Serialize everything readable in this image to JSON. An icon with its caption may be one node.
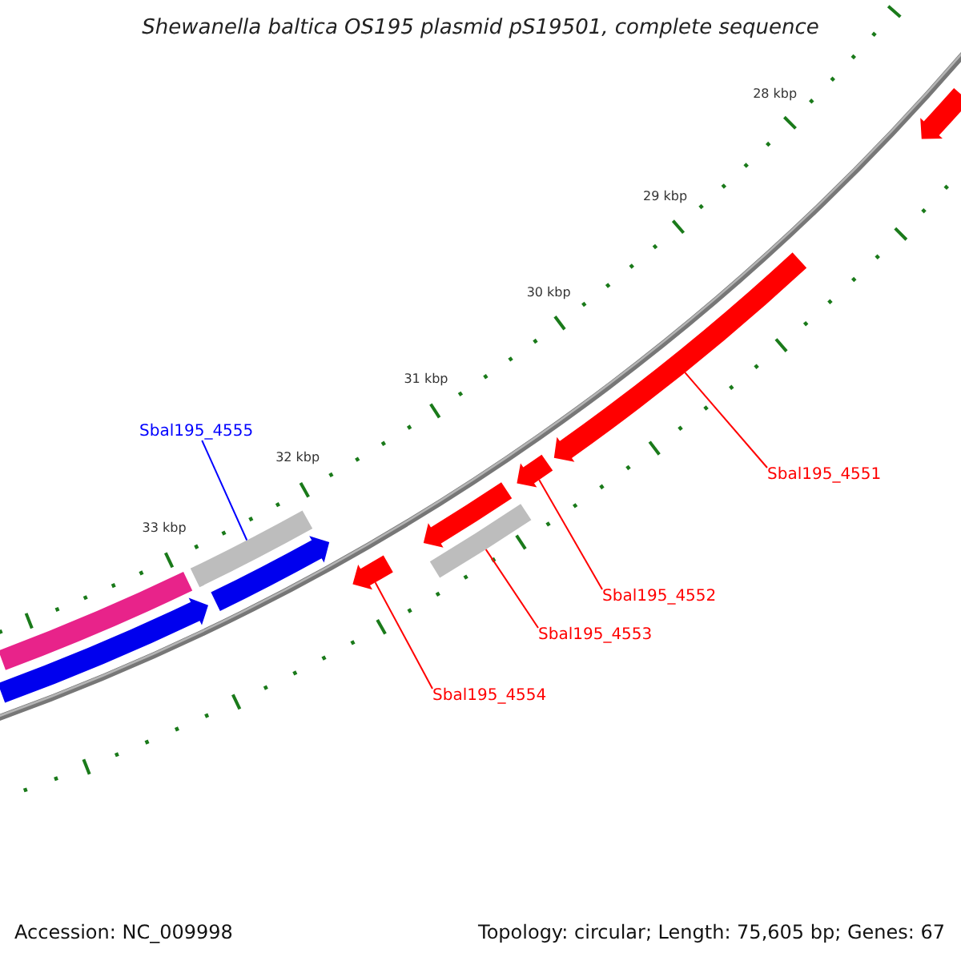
{
  "diagram": {
    "title": "Shewanella baltica OS195 plasmid pS19501, complete sequence",
    "nodes": [
      {
        "text": [
          "Sbal195_4555"
        ]
      },
      {
        "text": [],
        "shape": "bar"
      },
      {
        "text": [
          "Sbal195_4551"
        ]
      },
      {
        "text": [],
        "shape": "arrow"
      },
      {
        "text": [
          "Sbal195_4552"
        ]
      },
      {
        "text": [],
        "shape": "arrow"
      },
      {
        "text": [
          "Sbal195_4553"
        ]
      },
      {
        "text": [],
        "shape": "bar"
      },
      {
        "text": [
          "Sbal195_4554"
        ]
      },
      {
        "text": [],
        "shape": "arrow"
      },
      {
        "text": [],
        "shape": "bar"
      },
      {
        "text": [],
        "shape": "arrow"
      },
      {
        "text": [],
        "shape": "arrow"
      },
      {
        "text": [],
        "shape": "arrow"
      },
      {
        "text": [],
        "shape": "arrow"
      }
    ],
    "edges": [
      {
        "from": 0,
        "to": 1,
        "arrow": "none",
        "color": "#0000ff"
      },
      {
        "from": 2,
        "to": 3,
        "arrow": "none"
      },
      {
        "from": 4,
        "to": 5,
        "arrow": "none"
      },
      {
        "from": 6,
        "to": 7,
        "arrow": "none"
      },
      {
        "from": 8,
        "to": 9,
        "arrow": "none"
      }
    ],
    "labels": [
      "28 kbp",
      "29 kbp",
      "30 kbp",
      "31 kbp",
      "32 kbp",
      "33 kbp",
      "Accession: NC_009998",
      "Topology: circular; Length: 75,605 bp; Genes: 67"
    ]
  }
}
